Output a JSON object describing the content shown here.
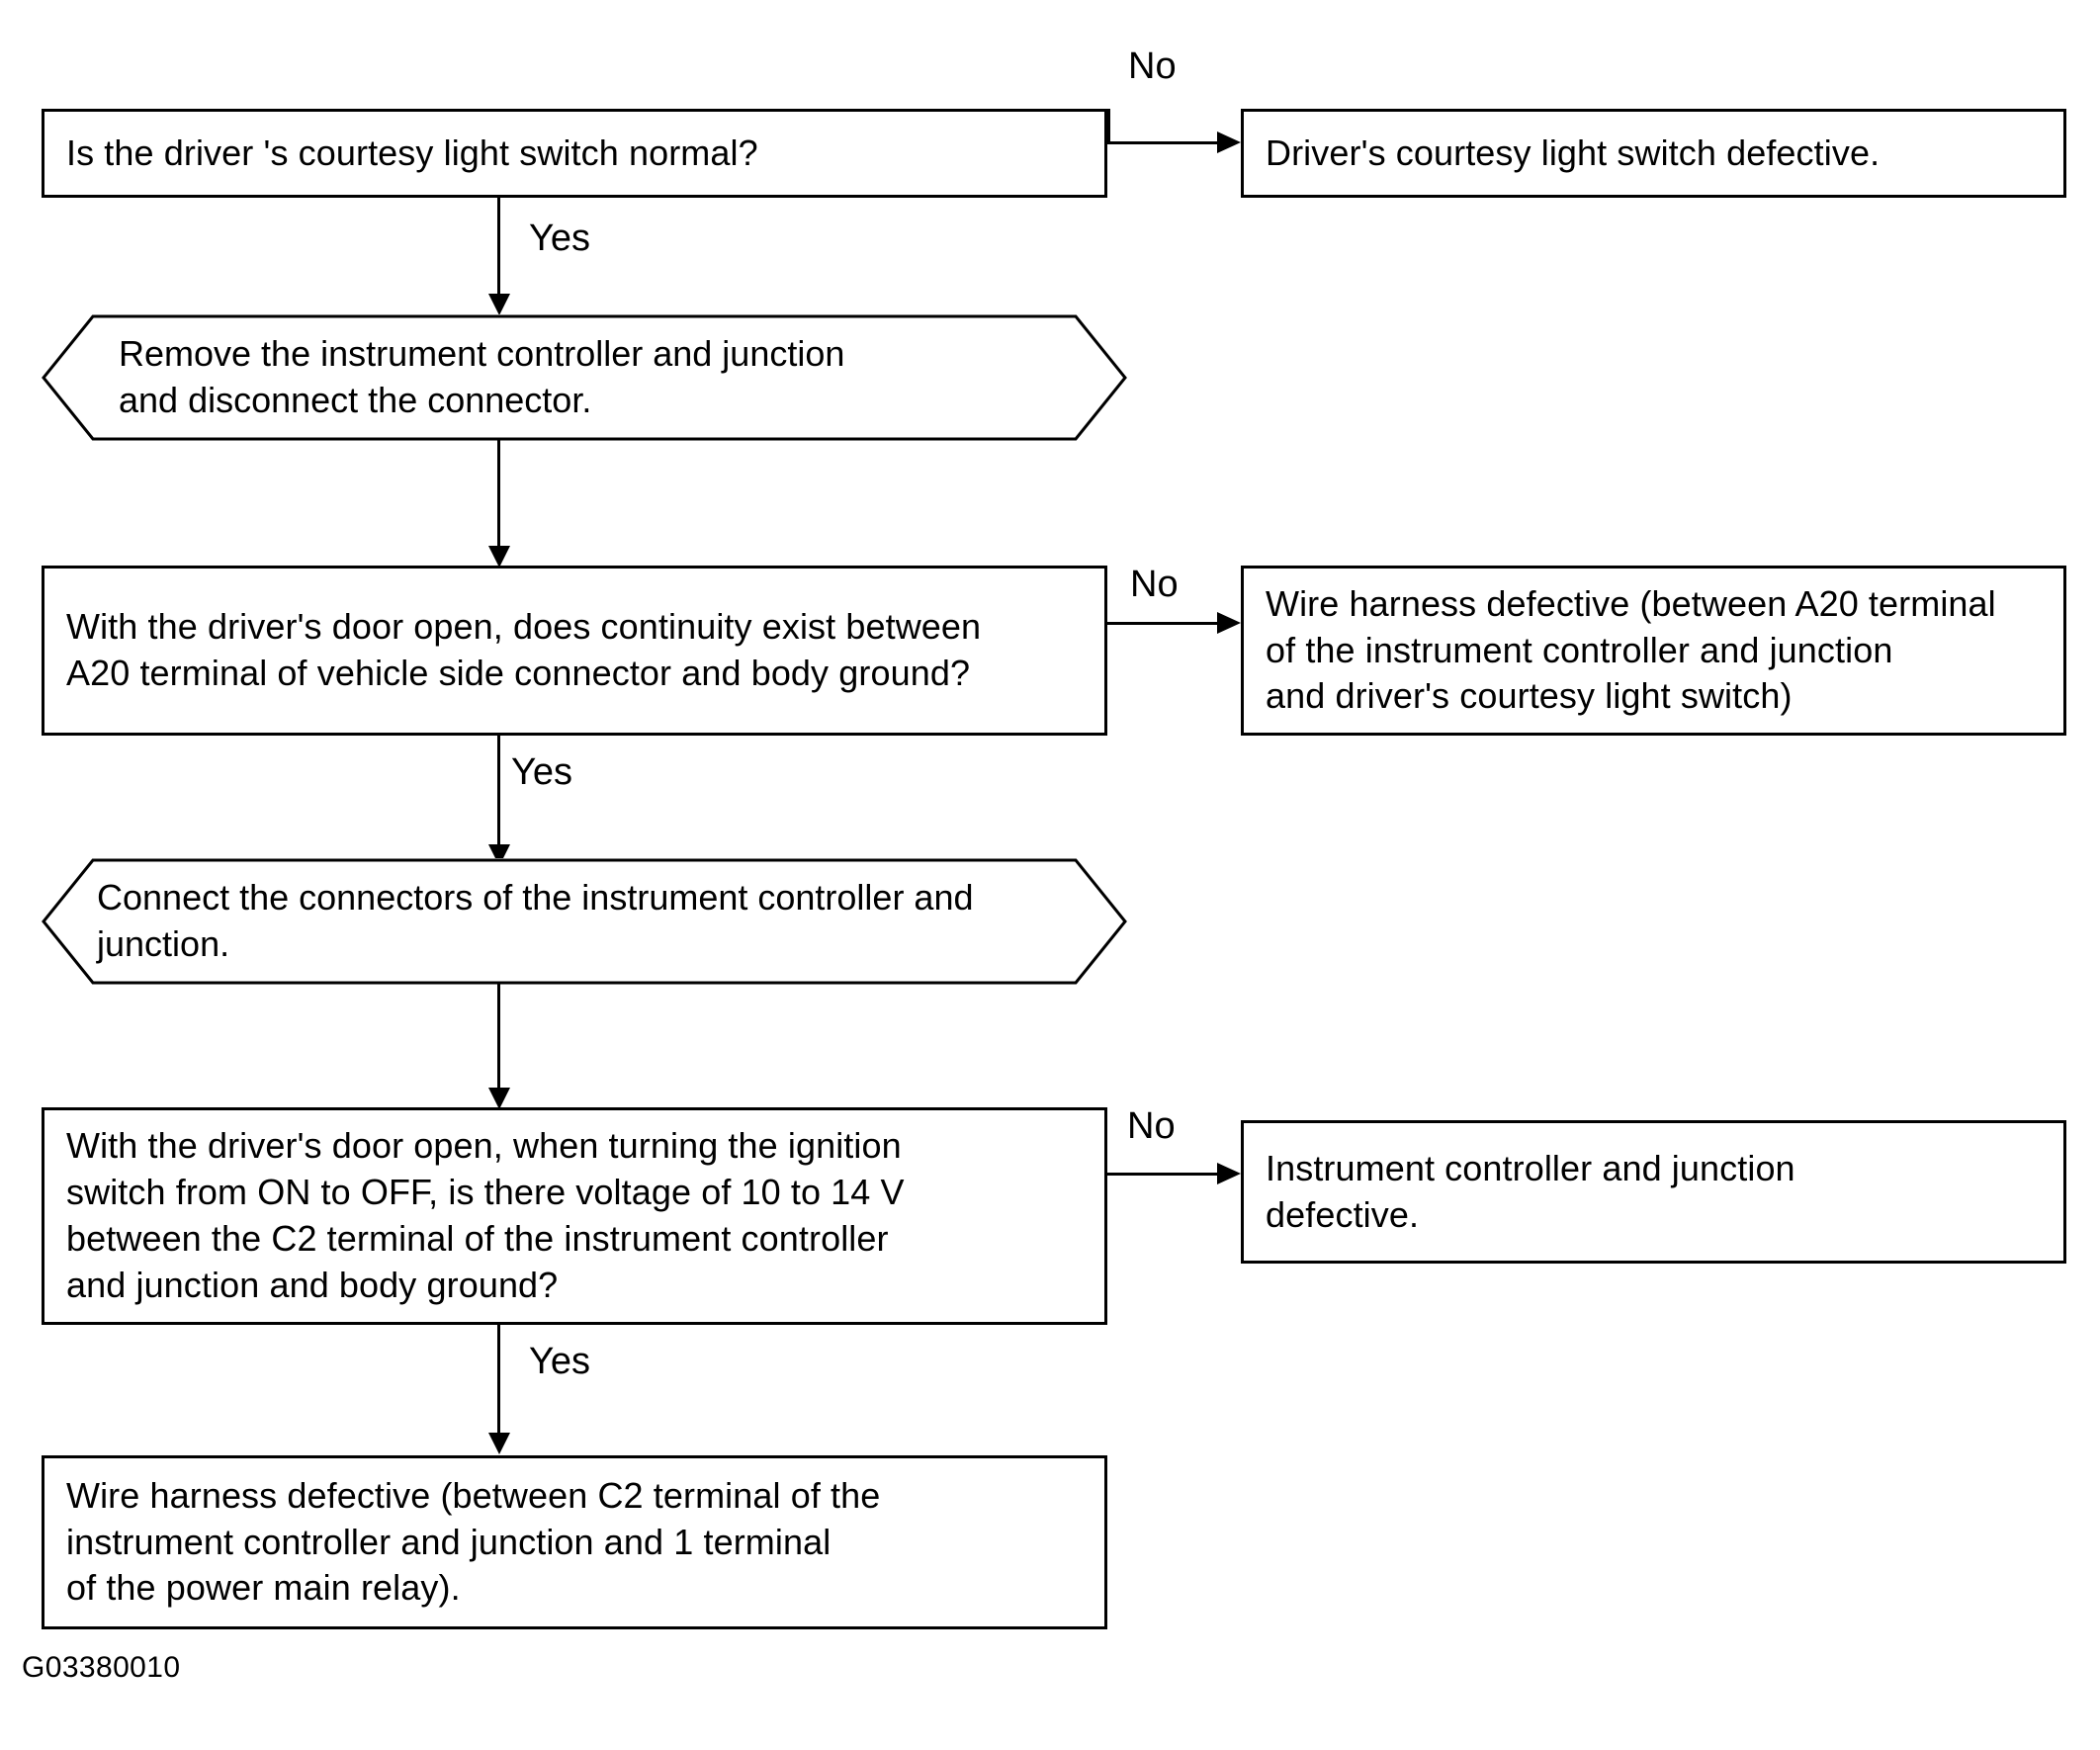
{
  "figure": {
    "reference_id": "G03380010",
    "type": "troubleshooting-flowchart",
    "ink_color": "#000000",
    "background_color": "#ffffff"
  },
  "nodes": {
    "q1": {
      "shape": "rectangle",
      "text": "Is the driver 's courtesy light switch normal?"
    },
    "r1": {
      "shape": "rectangle",
      "text": "Driver's courtesy light switch defective."
    },
    "p1": {
      "shape": "hexagon",
      "text": "Remove the instrument controller and junction\nand disconnect the connector."
    },
    "q2": {
      "shape": "rectangle",
      "text": "With the driver's door open, does continuity exist between\nA20 terminal of vehicle side connector and body ground?"
    },
    "r2": {
      "shape": "rectangle",
      "text": "Wire harness defective (between A20 terminal\nof the instrument controller and junction\nand driver's courtesy light switch)"
    },
    "p2": {
      "shape": "hexagon",
      "text": "Connect the connectors of the instrument controller and\njunction."
    },
    "q3": {
      "shape": "rectangle",
      "text": "With the driver's door open, when turning the ignition\nswitch from ON to OFF, is there voltage of 10 to 14 V\nbetween the C2 terminal of the instrument controller\nand junction and body ground?"
    },
    "r3": {
      "shape": "rectangle",
      "text": "Instrument controller and junction\ndefective."
    },
    "r4": {
      "shape": "rectangle",
      "text": "Wire harness defective (between C2 terminal of the\ninstrument controller and junction and 1 terminal\nof the power main relay)."
    }
  },
  "edges": {
    "q1_no": {
      "label": "No"
    },
    "q1_yes": {
      "label": "Yes"
    },
    "q2_no": {
      "label": "No"
    },
    "q2_yes": {
      "label": "Yes"
    },
    "q3_no": {
      "label": "No"
    },
    "q3_yes": {
      "label": "Yes"
    }
  }
}
